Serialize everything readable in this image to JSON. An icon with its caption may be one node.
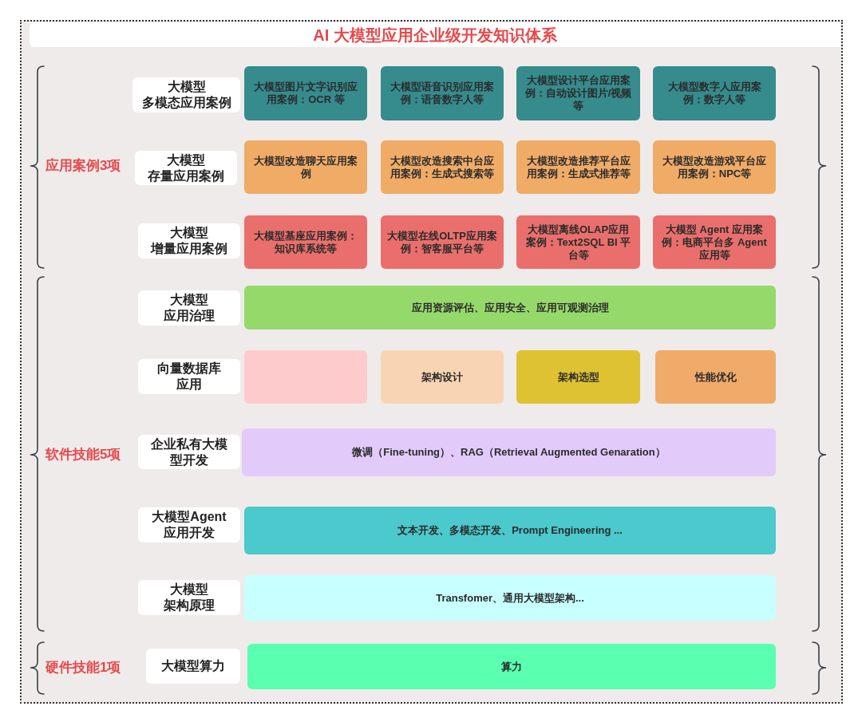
{
  "diagram": {
    "title": "AI 大模型应用企业级开发知识体系",
    "nodes": [
      {
        "text": [
          "大模型",
          "多模态应用案例"
        ]
      },
      {
        "text": [
          "大模型图片文字识别应用案例：OCR 等"
        ]
      },
      {
        "text": [
          "大模型语音识别应用案例：语音数字人等"
        ]
      },
      {
        "text": [
          "大模型设计平台应用案例：自动设计图片/视频等"
        ]
      },
      {
        "text": [
          "大模型数字人应用案例：数字人等"
        ]
      },
      {
        "text": [
          "大模型",
          "存量应用案例"
        ]
      },
      {
        "text": [
          "大模型改造聊天应用案例"
        ]
      },
      {
        "text": [
          "大模型改造搜索中台应用案例：生成式搜索等"
        ]
      },
      {
        "text": [
          "大模型改造推荐平台应用案例：生成式推荐等"
        ]
      },
      {
        "text": [
          "大模型改造游戏平台应用案例：NPC等"
        ]
      },
      {
        "text": [
          "大模型",
          "增量应用案例"
        ]
      },
      {
        "text": [
          "大模型基座应用案例：知识库系统等"
        ]
      },
      {
        "text": [
          "大模型在线OLTP应用案例：智客服平台等"
        ]
      },
      {
        "text": [
          "大模型离线OLAP应用案例：Text2SQL BI 平台等"
        ]
      },
      {
        "text": [
          "大模型 Agent 应用案例：电商平台多 Agent 应用等"
        ]
      },
      {
        "text": [
          "大模型",
          "应用治理"
        ]
      },
      {
        "text": [
          "应用资源评估、应用安全、应用可观测治理"
        ]
      },
      {
        "text": [
          "向量数据库",
          "应用"
        ]
      },
      {
        "text": [],
        "shape": "box"
      },
      {
        "text": [
          "架构设计"
        ]
      },
      {
        "text": [
          "架构选型"
        ]
      },
      {
        "text": [
          "性能优化"
        ]
      },
      {
        "text": [
          "企业私有大模型开发"
        ]
      },
      {
        "text": [
          "微调（Fine-tuning）、RAG（Retrieval Augmented Genaration）"
        ]
      },
      {
        "text": [
          "大模型Agent",
          "应用开发"
        ]
      },
      {
        "text": [
          "文本开发、多模态开发、Prompt Engineering ..."
        ]
      },
      {
        "text": [
          "大模型",
          "架构原理"
        ]
      },
      {
        "text": [
          "Transfomer、通用大模型架构..."
        ]
      },
      {
        "text": [
          "大模型算力"
        ]
      },
      {
        "text": [
          "算力"
        ]
      }
    ],
    "labels": [
      "应用案例3项",
      "软件技能5项",
      "硬件技能1项"
    ]
  }
}
